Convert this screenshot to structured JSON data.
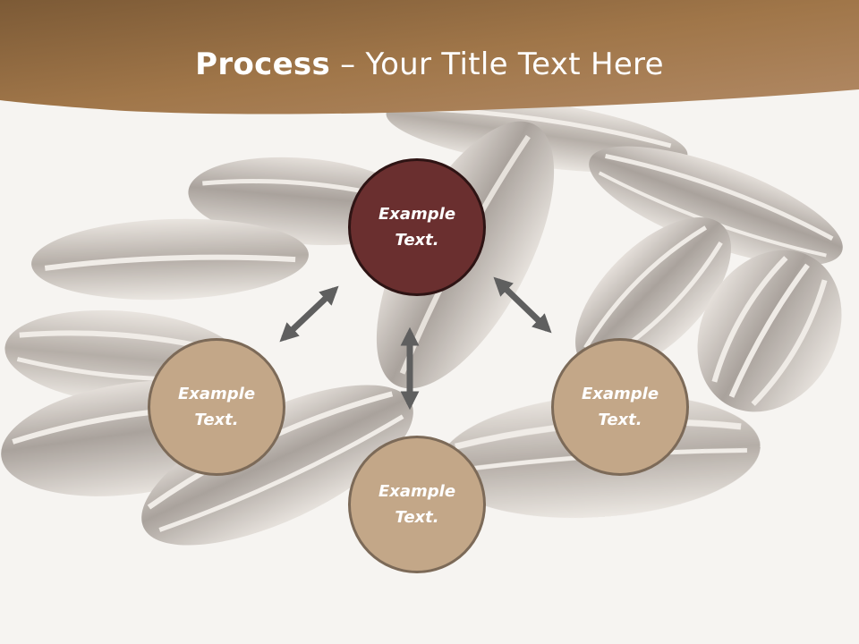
{
  "title": {
    "bold": "Process",
    "rest": " – Your Title Text Here"
  },
  "colors": {
    "header": "#9c7550",
    "circle_dark": "#6a2f2f",
    "circle_light": "#c3a788",
    "arrow": "#5f5f5f"
  },
  "circles": {
    "top": "Example\nText.",
    "left": "Example\nText.",
    "right": "Example\nText.",
    "bottom": "Example\nText."
  }
}
